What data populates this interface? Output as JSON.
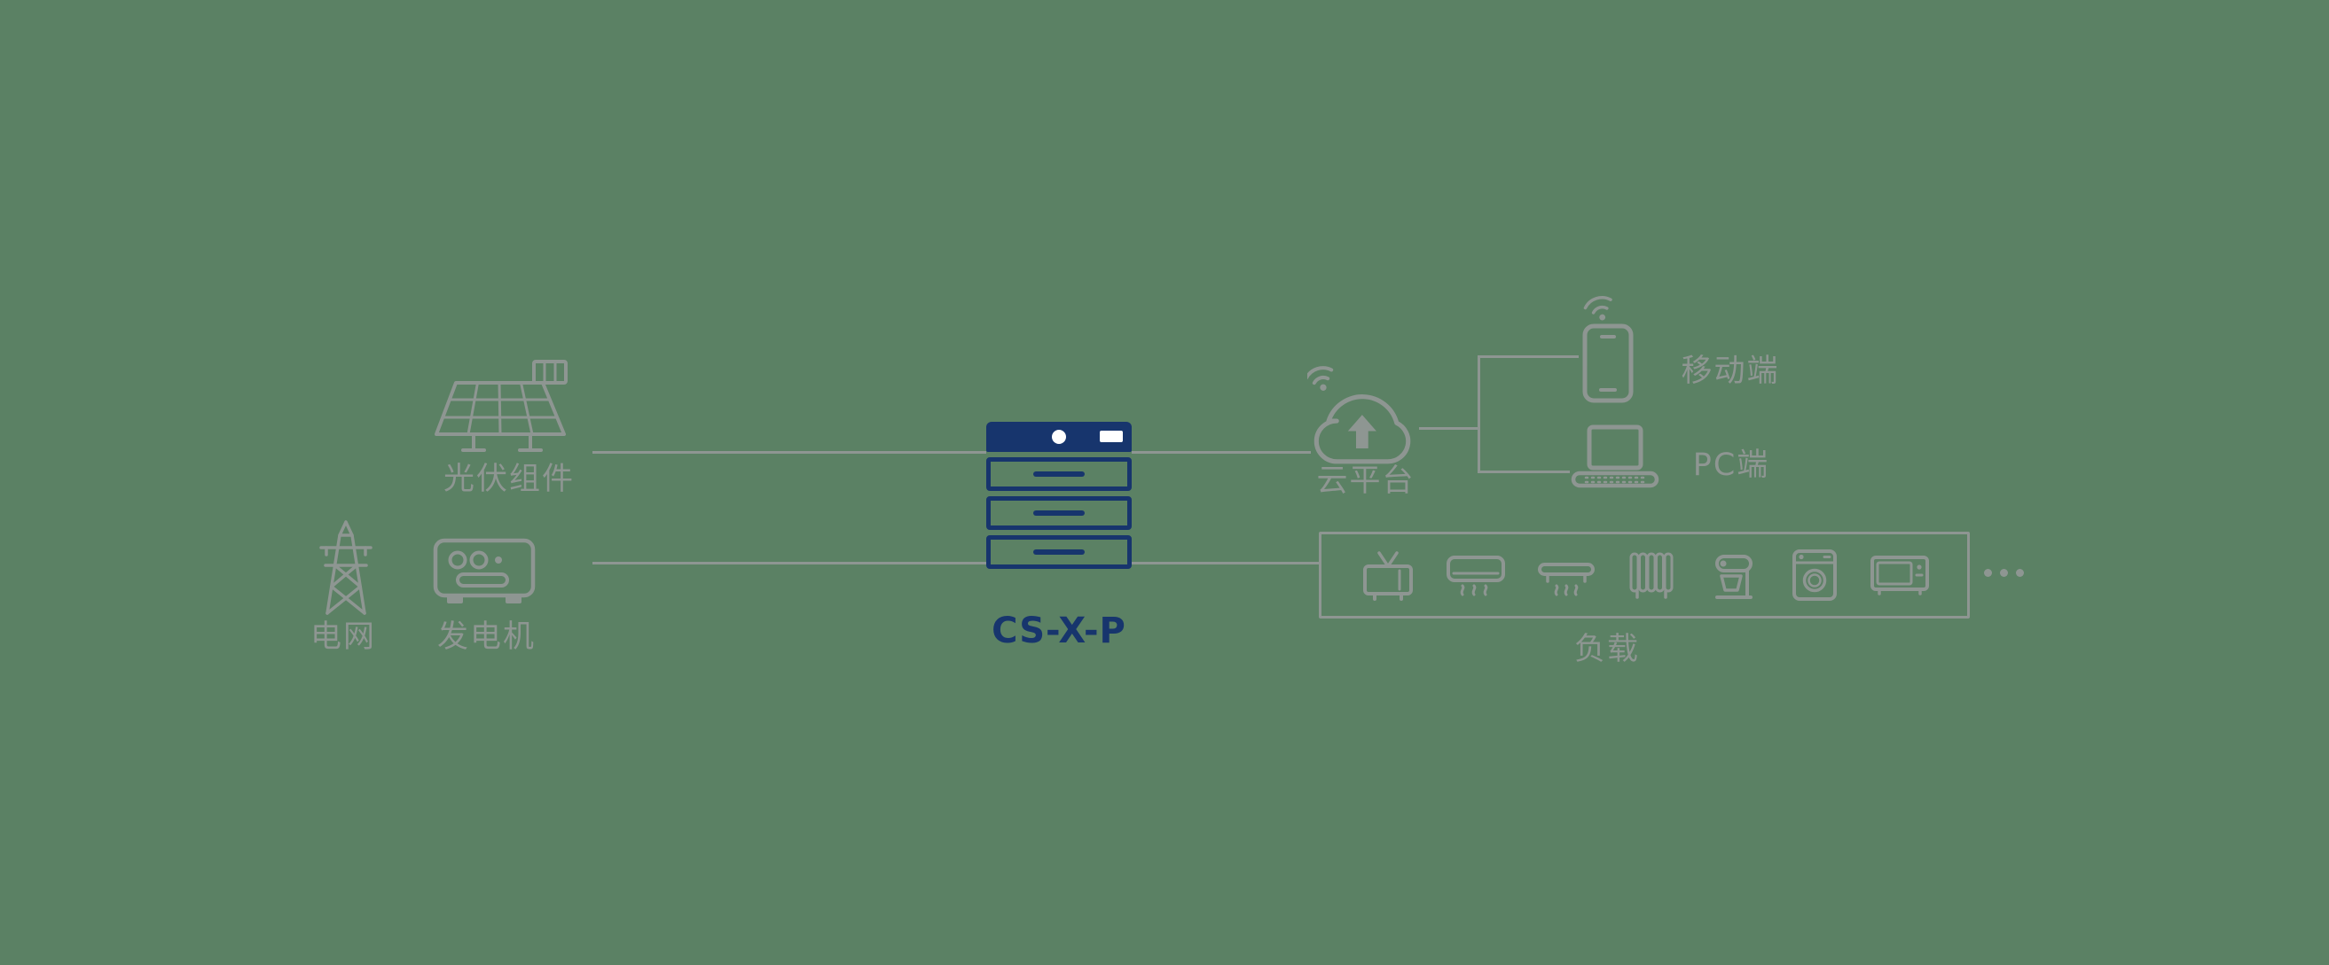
{
  "colors": {
    "bg": "#5b8164",
    "ink": "#8e9692",
    "navy": "#17356d",
    "white": "#ffffff"
  },
  "nodes": {
    "pv": {
      "label": "光伏组件",
      "icon": "solar-panel-icon"
    },
    "grid": {
      "label": "电网",
      "icon": "transmission-tower-icon"
    },
    "generator": {
      "label": "发电机",
      "icon": "generator-icon"
    },
    "device": {
      "label": "CS-X-P",
      "icon": "energy-storage-cabinet-icon"
    },
    "cloud": {
      "label": "云平台",
      "icon": "cloud-upload-wifi-icon"
    },
    "mobile": {
      "label": "移动端",
      "icon": "smartphone-wifi-icon"
    },
    "pc": {
      "label": "PC端",
      "icon": "laptop-icon"
    },
    "load": {
      "label": "负载",
      "icon": "appliance-group",
      "appliances": [
        "tv",
        "air-conditioner",
        "induction-cooker",
        "radiator",
        "stand-mixer",
        "washing-machine",
        "microwave-oven"
      ],
      "more_indicator": "..."
    }
  },
  "connections": [
    {
      "from": "pv",
      "to": "device"
    },
    {
      "from": "generator",
      "to": "device"
    },
    {
      "from": "device",
      "to": "cloud"
    },
    {
      "from": "device",
      "to": "load"
    },
    {
      "from": "cloud",
      "to": "mobile"
    },
    {
      "from": "cloud",
      "to": "pc"
    }
  ]
}
